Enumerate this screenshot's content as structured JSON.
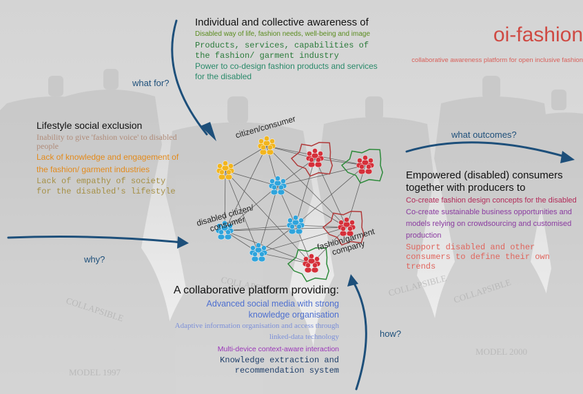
{
  "title": {
    "name": "oi-fashion",
    "subtitle": "collaborative awareness platform for open inclusive fashion"
  },
  "awareness": {
    "heading": "Individual and collective awareness of",
    "items": [
      "Disabled way of life, fashion needs, well-being and image",
      "Products, services, capabilities of the fashion/ garment industry",
      "Power to co-design fashion products and services for the disabled"
    ]
  },
  "lifestyle": {
    "heading": "Lifestyle social exclusion",
    "items": [
      "Inability to give 'fashion voice' to disabled people",
      "Lack of knowledge and engagement of the fashion/ garment industries",
      "Lack of empathy of society for the disabled's lifestyle"
    ]
  },
  "empowered": {
    "heading": "Empowered (disabled) consumers together with producers to",
    "items": [
      "Co-create fashion design concepts for the disabled",
      "Co-create sustainable business opportunities and models relying on crowdsourcing and customised production",
      "Support disabled and other consumers to define their own trends"
    ]
  },
  "platform": {
    "heading": "A collaborative platform providing:",
    "items": [
      "Advanced social media with strong knowledge organisation",
      "Adaptive information organisation and access through linked-data technology",
      "Multi-device context-aware interaction",
      "Knowledge extraction and recommendation system"
    ]
  },
  "questions": {
    "what_for": "what for?",
    "what_outcomes": "what outcomes?",
    "why": "why?",
    "how": "how?"
  },
  "nodes": {
    "citizen_consumer": "citizen/consumer",
    "disabled_citizen_consumer": "disabled citizen/ consumer",
    "fashion_company": "fashion/garment company"
  },
  "colors": {
    "citizen": "#f2b51e",
    "disabled": "#2fa4dc",
    "company": "#d5303a",
    "outline_red": "#b03a3a",
    "outline_green": "#2d8a3a",
    "arrow": "#1d4f7a"
  }
}
